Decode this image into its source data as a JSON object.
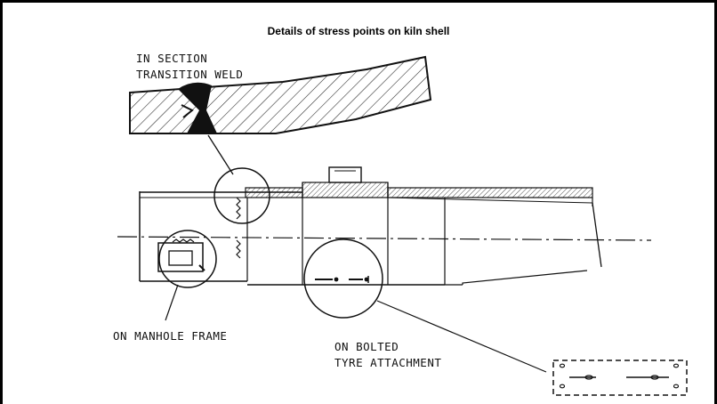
{
  "title": "Details of stress points on kiln shell",
  "labels": {
    "in_section_line1": "IN SECTION",
    "in_section_line2": "TRANSITION WELD",
    "manhole": "ON MANHOLE FRAME",
    "bolted_line1": "ON BOLTED",
    "bolted_line2": "TYRE ATTACHMENT"
  }
}
